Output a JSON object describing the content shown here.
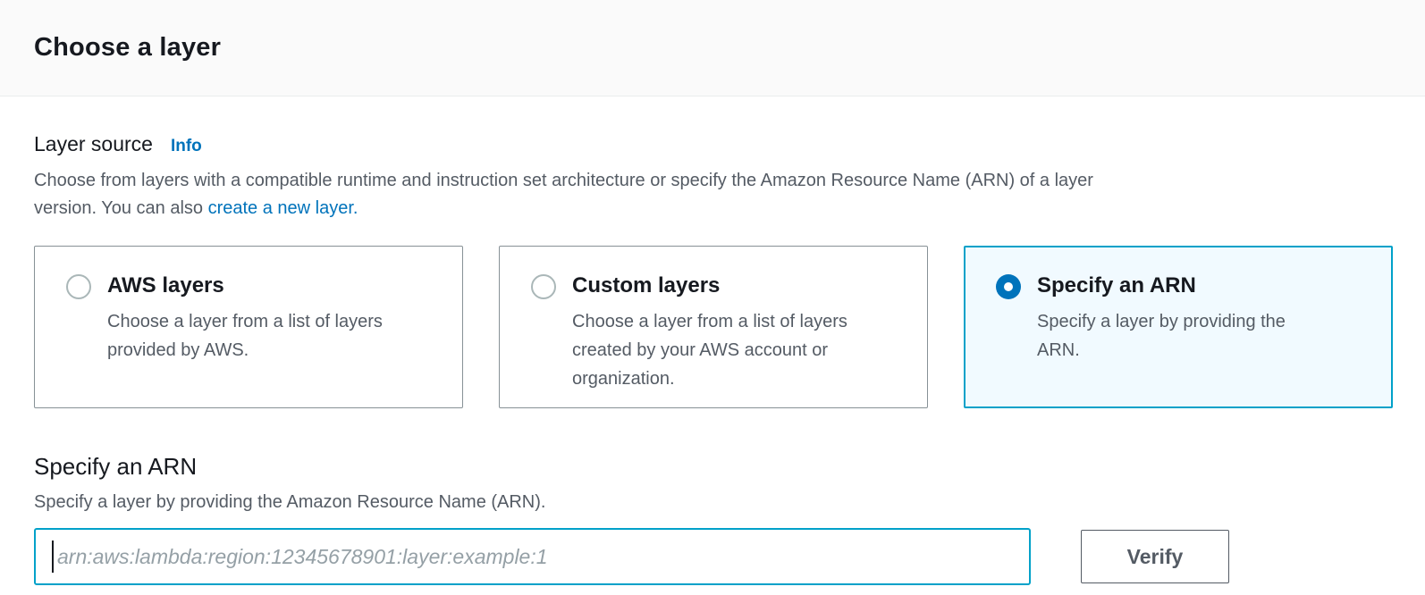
{
  "header": {
    "title": "Choose a layer"
  },
  "layer_source": {
    "label": "Layer source",
    "info_label": "Info",
    "description_line1": "Choose from layers with a compatible runtime and instruction set architecture or specify the Amazon Resource Name (ARN) of a layer",
    "description_line2_prefix": "version. You can also ",
    "link_text": "create a new layer."
  },
  "options": [
    {
      "label": "AWS layers",
      "description": "Choose a layer from a list of layers provided by AWS.",
      "selected": false
    },
    {
      "label": "Custom layers",
      "description": "Choose a layer from a list of layers created by your AWS account or organization.",
      "selected": false
    },
    {
      "label": "Specify an ARN",
      "description": "Specify a layer by providing the ARN.",
      "selected": true
    }
  ],
  "arn_section": {
    "heading": "Specify an ARN",
    "description": "Specify a layer by providing the Amazon Resource Name (ARN).",
    "input_value": "",
    "input_placeholder": "arn:aws:lambda:region:12345678901:layer:example:1",
    "verify_label": "Verify"
  },
  "colors": {
    "link_blue": "#0073bb",
    "radio_checked": "#0073bb",
    "selected_card_border": "#00a1c9",
    "selected_card_bg": "#f1faff",
    "input_focus_border": "#00a1c9",
    "primary_text": "#16191f",
    "secondary_text": "#545b64",
    "header_bg": "#fafafa"
  }
}
